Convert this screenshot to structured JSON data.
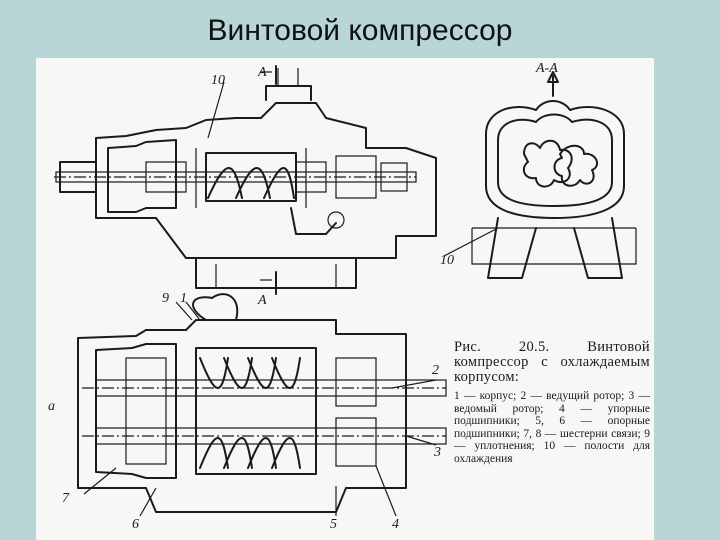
{
  "slide": {
    "title": "Винтовой компрессор"
  },
  "figure": {
    "section_label": "A-A",
    "cut_label_top": "A",
    "cut_label_bottom": "A",
    "part_numbers": {
      "top_10": "10",
      "section_10": "10",
      "top_left_9": "9",
      "top_left_1": "1",
      "right_2": "2",
      "right_3": "3",
      "left_a": "а",
      "left_7": "7",
      "bottom_6": "6",
      "bottom_5": "5",
      "bottom_4": "4"
    },
    "caption_title": "Рис. 20.5. Винтовой компрессор с охлаждаемым корпусом:",
    "caption_body": "1 — корпус; 2 — ведущий ротор; 3 — ведомый ротор; 4 — упорные подшипники; 5, 6 — опорные подшипники; 7, 8 — шестерни связи; 9 — уплотнения; 10 — полости для охлаждения"
  }
}
